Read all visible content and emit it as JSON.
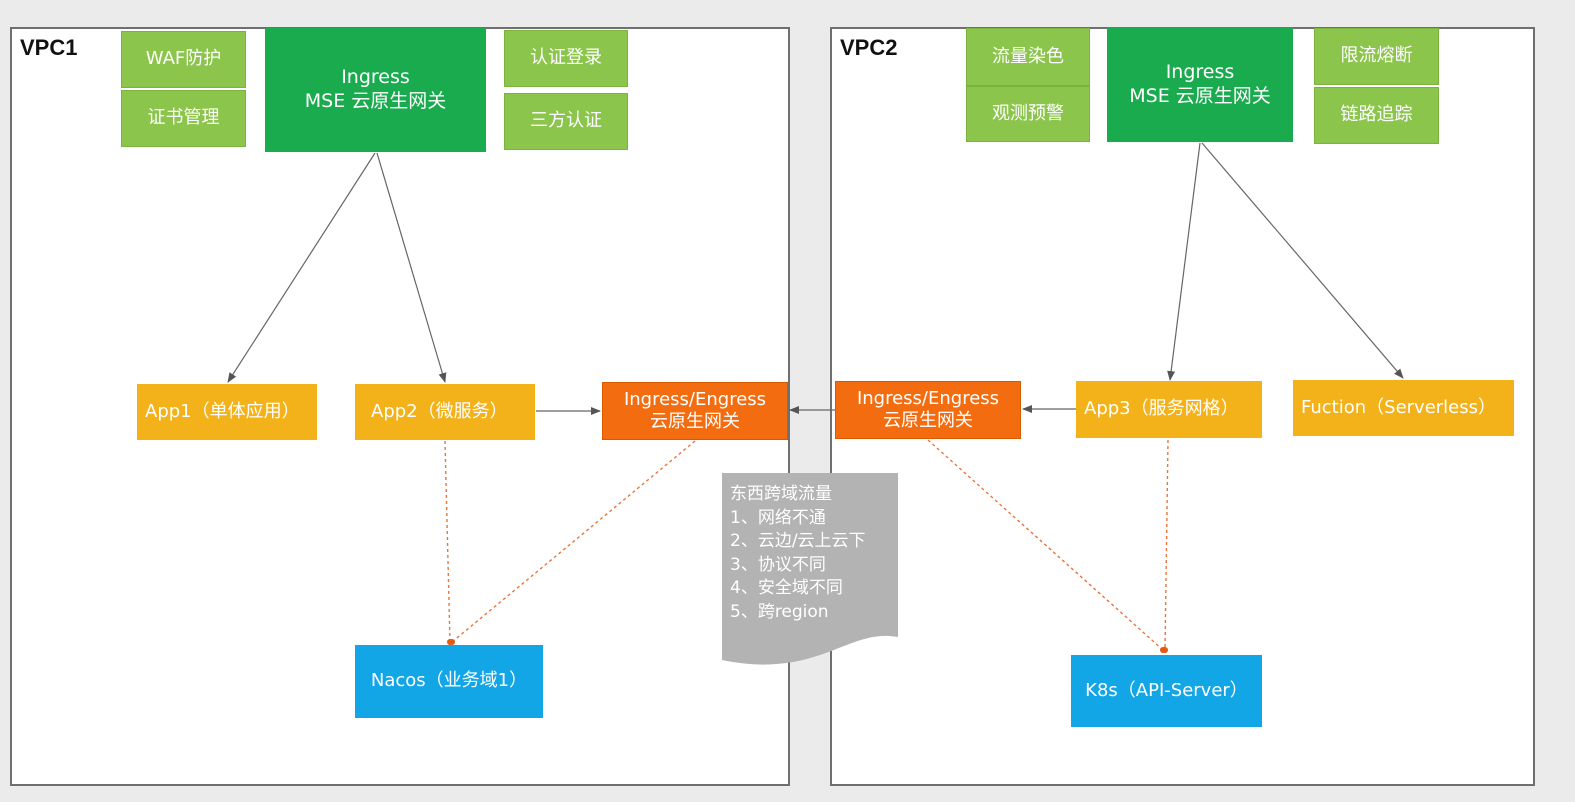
{
  "vpc1": {
    "title": "VPC1",
    "gateway_line1": "Ingress",
    "gateway_line2": "MSE 云原生网关",
    "features": [
      "WAF防护",
      "证书管理",
      "认证登录",
      "三方认证"
    ],
    "apps": [
      "App1（单体应用）",
      "App2（微服务）"
    ],
    "edge_gateway": "Ingress/Engress\n云原生网关",
    "registry": "Nacos（业务域1）"
  },
  "vpc2": {
    "title": "VPC2",
    "gateway_line1": "Ingress",
    "gateway_line2": "MSE 云原生网关",
    "features": [
      "流量染色",
      "观测预警",
      "限流熔断",
      "链路追踪"
    ],
    "apps": [
      "App3（服务网格）",
      "Fuction（Serverless）"
    ],
    "edge_gateway": "Ingress/Engress\n云原生网关",
    "registry": "K8s（API-Server）"
  },
  "note": {
    "title": "东西跨域流量",
    "items": [
      "1、网络不通",
      "2、云边/云上云下",
      "3、协议不同",
      "4、安全域不同",
      "5、跨region"
    ]
  },
  "colors": {
    "gateway_green": "#1aab4f",
    "feature_green": "#8bc54b",
    "app_orange": "#f4b21a",
    "edge_red": "#f36d10",
    "registry_blue": "#12a6e6",
    "note_gray": "#b3b3b3"
  }
}
